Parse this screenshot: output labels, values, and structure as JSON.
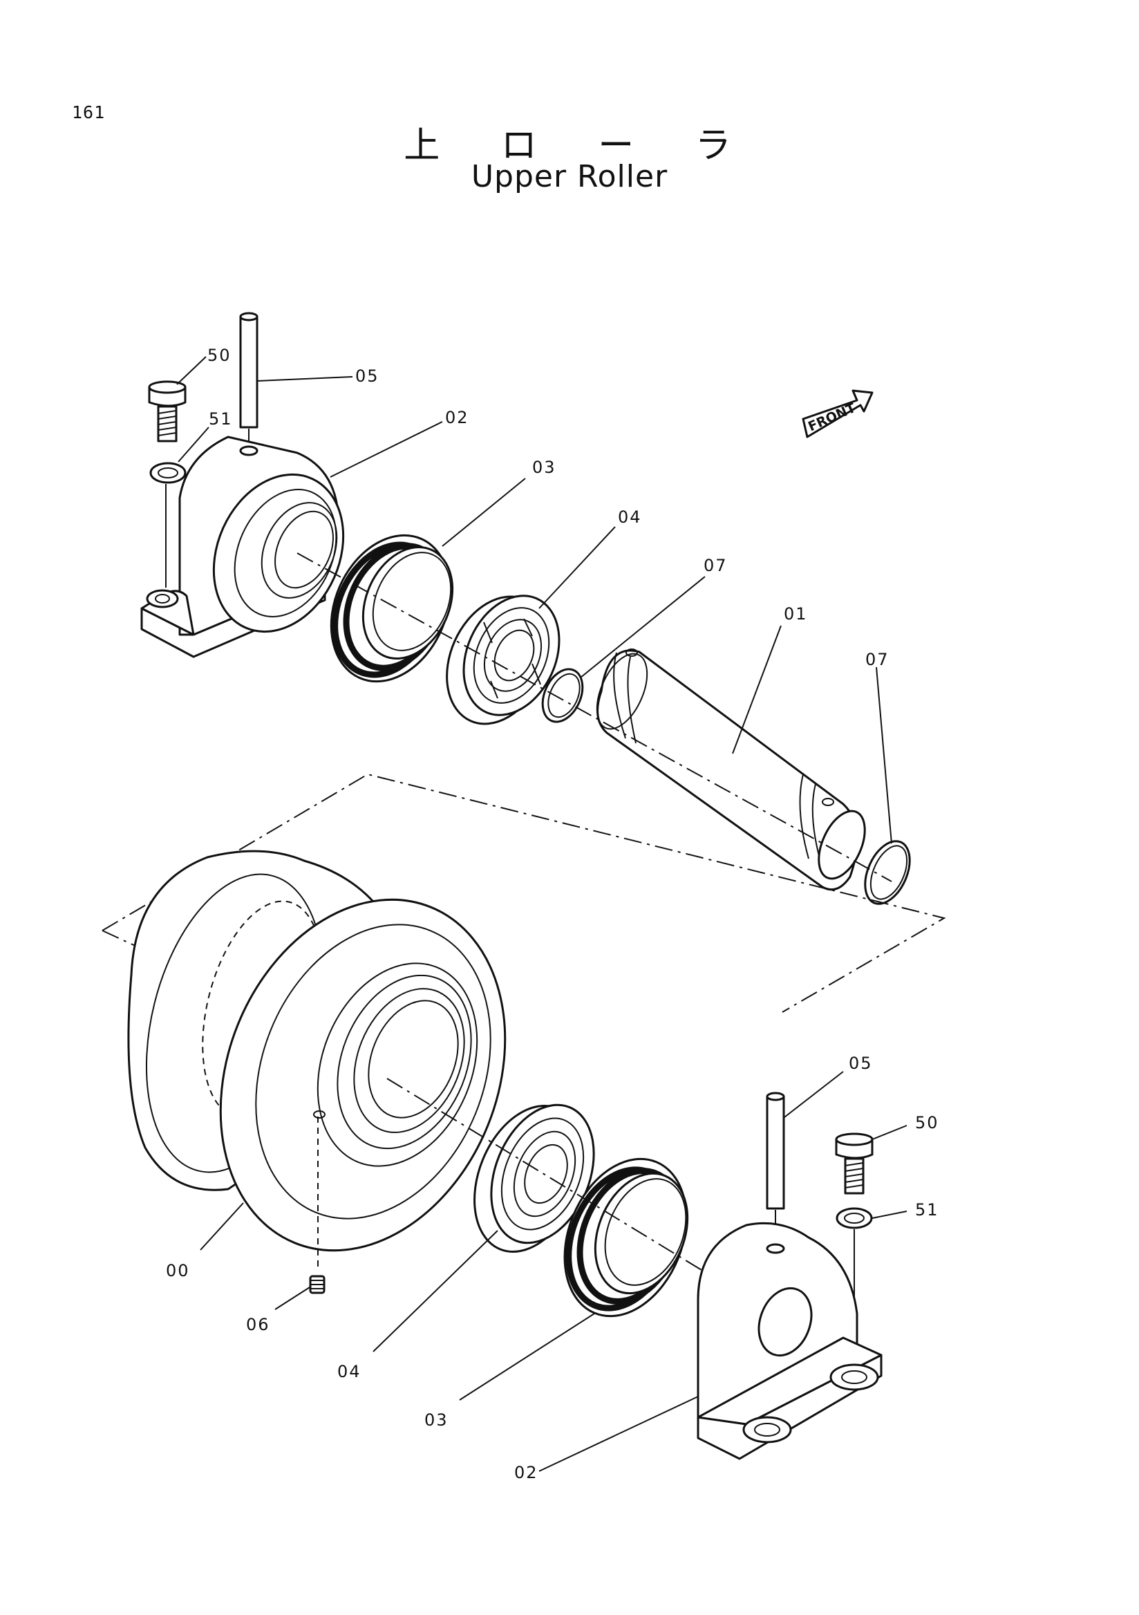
{
  "page": {
    "number": "161"
  },
  "title": {
    "japanese": "上 ロ ー ラ",
    "english": "Upper Roller"
  },
  "direction_badge": {
    "text": "FRONT"
  },
  "callouts": {
    "upper_bolt": "50",
    "upper_washer": "51",
    "upper_pin": "05",
    "upper_bracket": "02",
    "upper_seal": "03",
    "upper_bearing": "04",
    "upper_oring": "07",
    "shaft": "01",
    "right_oring": "07",
    "roller": "00",
    "plug": "06",
    "lower_bearing": "04",
    "lower_seal": "03",
    "lower_bracket": "02",
    "lower_pin": "05",
    "lower_bolt": "50",
    "lower_washer": "51"
  }
}
